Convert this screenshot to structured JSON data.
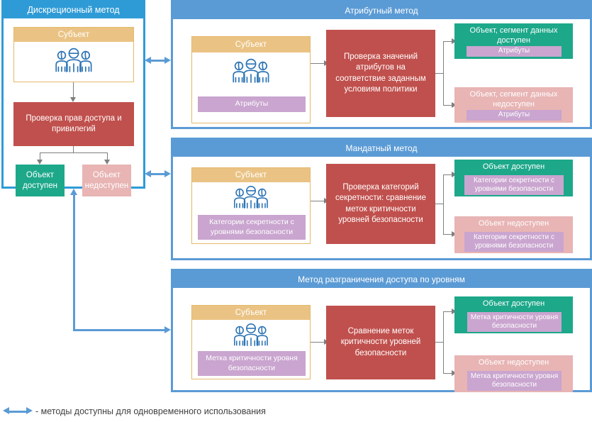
{
  "discretionary": {
    "title": "Дискреционный метод",
    "subject_label": "Субъект",
    "subject_icon": "three-people-icon",
    "decision": "Проверка прав доступа и привилегий",
    "allow": "Объект доступен",
    "deny": "Объект недоступен"
  },
  "attribute": {
    "title": "Атрибутный метод",
    "subject_label": "Субъект",
    "subject_icon": "three-people-icon",
    "subject_chip": "Атрибуты",
    "decision": "Проверка значений атрибутов на соответствие заданным условиям политики",
    "allow_label": "Объект, сегмент данных доступен",
    "allow_chip": "Атрибуты",
    "deny_label": "Объект, сегмент данных недоступен",
    "deny_chip": "Атрибуты"
  },
  "mandatory": {
    "title": "Мандатный метод",
    "subject_label": "Субъект",
    "subject_icon": "three-people-icon",
    "subject_chip": "Категории секретности с уровнями безопасности",
    "decision": "Проверка категорий секретности: сравнение меток критичности уровней безопасности",
    "allow_label": "Объект доступен",
    "allow_chip": "Категории секретности с уровнями безопасности",
    "deny_label": "Объект недоступен",
    "deny_chip": "Категории секретности с уровнями безопасности"
  },
  "levels": {
    "title": "Метод разграничения доступа по уровням",
    "subject_label": "Субъект",
    "subject_icon": "three-people-icon",
    "subject_chip": "Метка критичности уровня безопасности",
    "decision": "Сравнение меток критичности уровней безопасности",
    "allow_label": "Объект доступен",
    "allow_chip": "Метка критичности уровня безопасности",
    "deny_label": "Объект недоступен",
    "deny_chip": "Метка критичности уровня безопасности"
  },
  "legend": {
    "text": "- методы доступны для одновременного использования",
    "icon": "double-arrow-icon"
  },
  "colors": {
    "panel_blue": "#5B9BD5",
    "panel_blue_left": "#2E9BD6",
    "subject_gold": "#EAC384",
    "subject_border": "#E3B96A",
    "decision_red": "#C0504D",
    "allow_green": "#1DA88A",
    "deny_pink": "#E8B4B4",
    "chip_purple": "#C9A5CF",
    "arrow_gray": "#7F7F7F",
    "icon_blue": "#2E74B5"
  }
}
